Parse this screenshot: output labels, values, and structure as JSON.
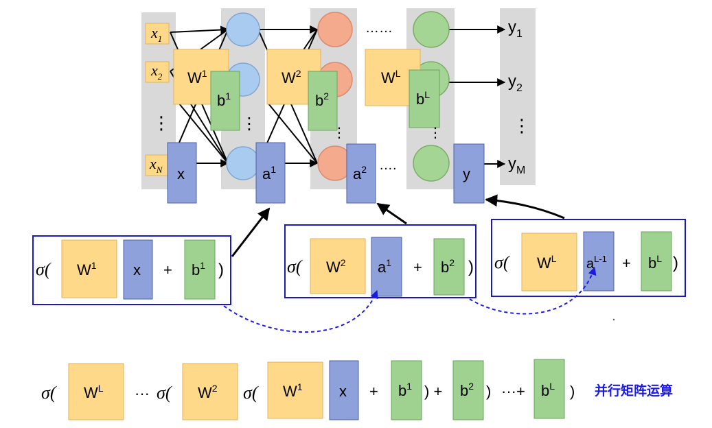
{
  "network": {
    "inputs": {
      "x1": "x",
      "x1_sub": "1",
      "x2": "x",
      "x2_sub": "2",
      "dots": "⋮",
      "xN": "x",
      "xN_sub": "N"
    },
    "vector_x": "x",
    "layers": [
      {
        "W": "W",
        "W_sup": "1",
        "b": "b",
        "b_sup": "1",
        "a": "a",
        "a_sup": "1"
      },
      {
        "W": "W",
        "W_sup": "2",
        "b": "b",
        "b_sup": "2",
        "a": "a",
        "a_sup": "2"
      },
      {
        "W": "W",
        "W_sup": "L",
        "b": "b",
        "b_sup": "L"
      }
    ],
    "ellipsis_top": "……",
    "ellipsis_mid": "….",
    "vector_y": "y",
    "outputs": {
      "y1": "y",
      "y1_sub": "1",
      "y2": "y",
      "y2_sub": "2",
      "dots": "⋮",
      "yM": "y",
      "yM_sub": "M"
    }
  },
  "formulas": {
    "sigma": "σ(",
    "close": ")",
    "plus": "+",
    "f1": {
      "W": "W",
      "W_sup": "1",
      "v": "x",
      "b": "b",
      "b_sup": "1"
    },
    "f2": {
      "W": "W",
      "W_sup": "2",
      "v": "a",
      "v_sup": "1",
      "b": "b",
      "b_sup": "2"
    },
    "f3": {
      "W": "W",
      "W_sup": "L",
      "v": "a",
      "v_sup": "L-1",
      "b": "b",
      "b_sup": "L"
    }
  },
  "bottom": {
    "sigma": "σ(",
    "WL": "W",
    "WL_sup": "L",
    "dots1": "···",
    "W2": "W",
    "W2_sup": "2",
    "W1": "W",
    "W1_sup": "1",
    "x": "x",
    "plus": "+",
    "b1": "b",
    "b1_sup": "1",
    "close_plus": ") +",
    "b2": "b",
    "b2_sup": "2",
    "close": ")",
    "dots_plus": "···+",
    "bL": "b",
    "bL_sup": "L",
    "caption": "并行矩阵运算"
  },
  "colors": {
    "yellow": "#FFD98A",
    "yellow_stroke": "#E5B15C",
    "green": "#9FD290",
    "green_stroke": "#6BA35B",
    "blue": "#8EA1DB",
    "blue_stroke": "#4A5FA8",
    "panel": "#D9D9D9",
    "frame": "#1A1AB8",
    "caption": "#1A1AE6",
    "node_blue": "#A9CBEF",
    "node_orange": "#F4AA8C",
    "node_green": "#A5D594"
  }
}
